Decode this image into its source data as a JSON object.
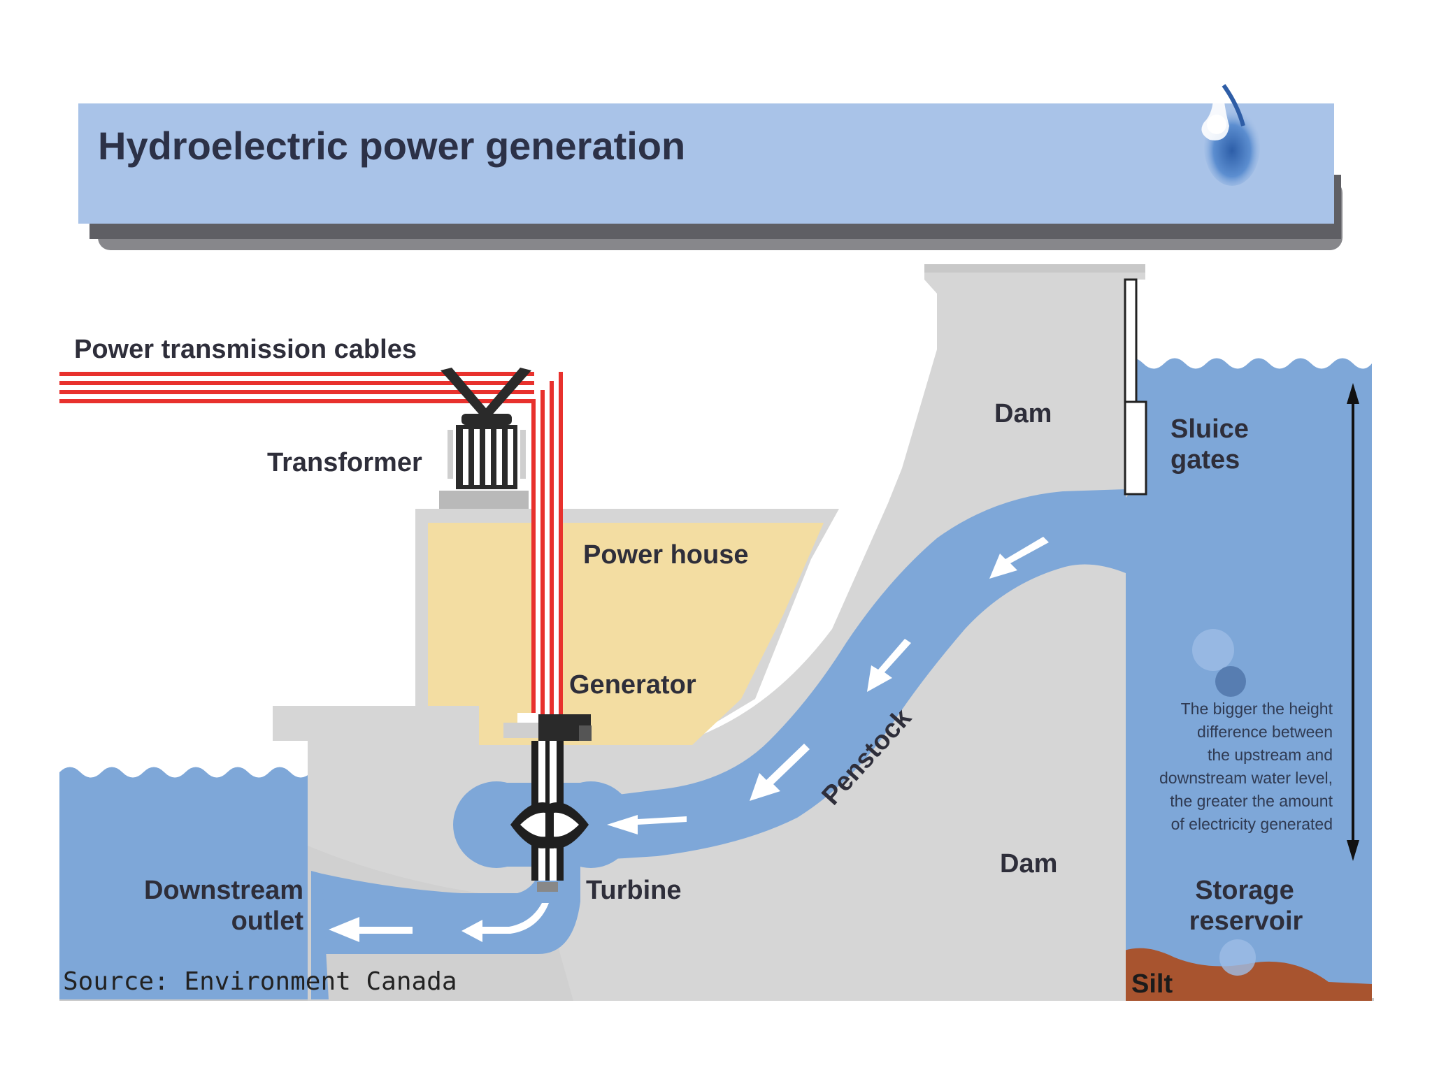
{
  "title": "Hydroelectric power generation",
  "labels": {
    "power_cables": "Power transmission cables",
    "transformer": "Transformer",
    "power_house": "Power house",
    "generator": "Generator",
    "turbine": "Turbine",
    "downstream_line1": "Downstream",
    "downstream_line2": "outlet",
    "dam_upper": "Dam",
    "dam_lower": "Dam",
    "sluice_line1": "Sluice",
    "sluice_line2": "gates",
    "penstock": "Penstock",
    "storage_line1": "Storage",
    "storage_line2": "reservoir",
    "silt": "Silt",
    "source": "Source: Environment Canada"
  },
  "note_lines": [
    "The bigger the height",
    "difference between",
    "the upstream and",
    "downstream water level,",
    "the greater the amount",
    "of electricity generated"
  ],
  "colors": {
    "banner": "#a9c3e8",
    "banner_shadow": "#6b6b70",
    "water": "#7ea7d8",
    "water_light": "#9dbde6",
    "dam": "#d6d6d6",
    "dam_dark": "#c2c2c2",
    "power_house": "#f3dda2",
    "cable_red": "#e8312d",
    "silt": "#a8542f"
  }
}
